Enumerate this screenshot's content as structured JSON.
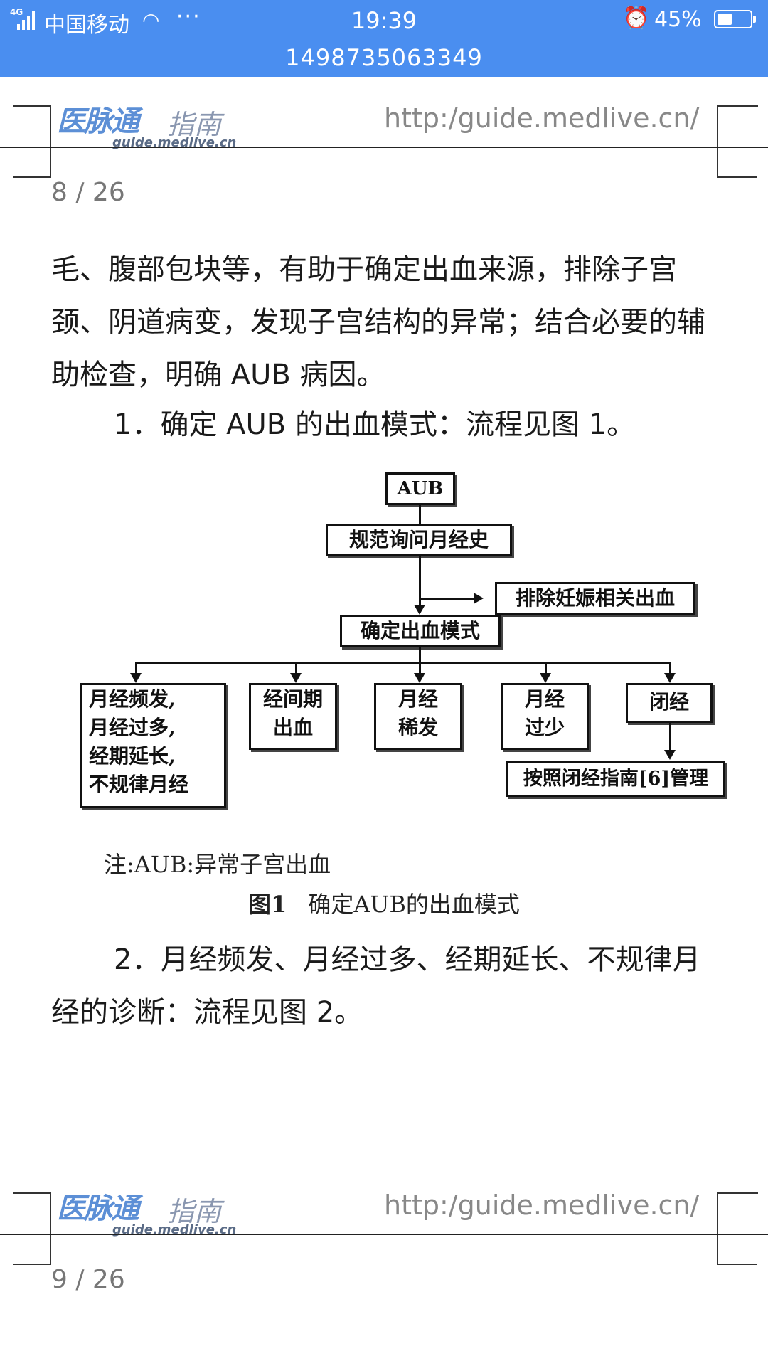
{
  "status_bar": {
    "network": "4G",
    "carrier": "中国移动",
    "wifi_icon": "wifi-icon",
    "more": "···",
    "time": "19:39",
    "alarm_icon": "alarm-icon",
    "battery_percent": "45%",
    "battery_level": 0.45
  },
  "title_bar": {
    "title": "1498735063349"
  },
  "pages": [
    {
      "logo_main": "医脉通",
      "logo_sub": "指南",
      "logo_url": "guide.medlive.cn",
      "url": "http:/guide.medlive.cn/",
      "page_number": "8 / 26"
    },
    {
      "logo_main": "医脉通",
      "logo_sub": "指南",
      "logo_url": "guide.medlive.cn",
      "url": "http:/guide.medlive.cn/",
      "page_number": "9 / 26"
    }
  ],
  "content": {
    "para1": "毛、腹部包块等，有助于确定出血来源，排除子宫颈、阴道病变，发现子宫结构的异常；结合必要的辅助检查，明确 AUB 病因。",
    "para2": "1．确定 AUB 的出血模式：流程见图 1。",
    "para3": "2．月经频发、月经过多、经期延长、不规律月经的诊断：流程见图 2。"
  },
  "flowchart": {
    "aub": "AUB",
    "history": "规范询问月经史",
    "exclude": "排除妊娠相关出血",
    "determine": "确定出血模式",
    "cat1": [
      "月经频发,",
      "月经过多,",
      "经期延长,",
      "不规律月经"
    ],
    "cat2": [
      "经间期",
      "出血"
    ],
    "cat3": [
      "月经",
      "稀发"
    ],
    "cat4": [
      "月经",
      "过少"
    ],
    "cat5": "闭经",
    "manage": "按照闭经指南[6]管理",
    "note": "注:AUB:异常子宫出血",
    "caption_label": "图1",
    "caption_text": "确定AUB的出血模式"
  }
}
